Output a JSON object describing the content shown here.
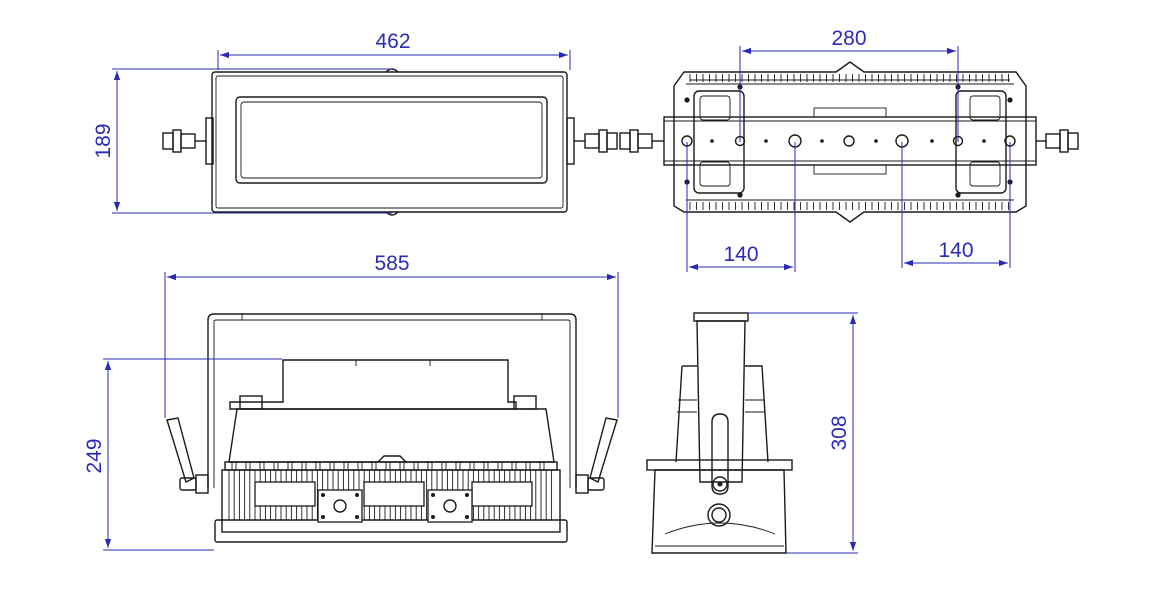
{
  "dimensions": {
    "top_left_width": "462",
    "top_left_height": "189",
    "top_right_mount_spacing": "280",
    "top_right_hole_left": "140",
    "top_right_hole_right": "140",
    "bottom_left_width": "585",
    "bottom_left_height": "249",
    "bottom_right_height": "308"
  },
  "colors": {
    "dimension_lines": "#2a2ab8",
    "object_lines": "#1a1a1a"
  }
}
